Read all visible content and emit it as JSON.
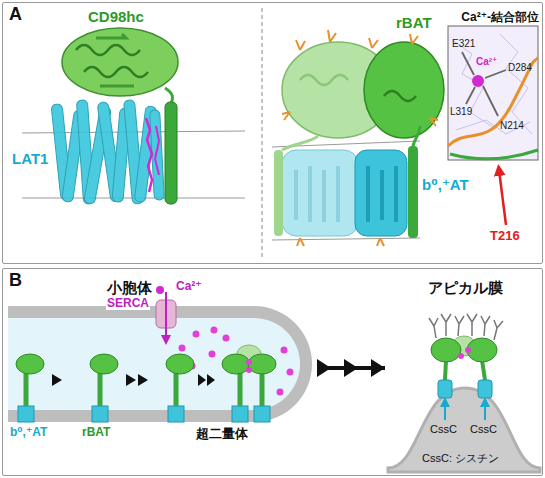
{
  "diagram": {
    "nodes": [
      {
        "text": [
          "A"
        ]
      },
      {
        "text": [
          "Ca²⁺-結合部位"
        ],
        "in": 0
      },
      {
        "text": [
          "B"
        ]
      },
      {
        "text": [
          "小胞体"
        ],
        "in": 2
      },
      {
        "text": [
          "アピカル膜"
        ],
        "in": 2
      }
    ],
    "edges": [
      {
        "from": 3,
        "to": 4,
        "arrow": "to"
      }
    ],
    "labels": [
      "CD98hc",
      "LAT1",
      "rBAT",
      "b⁰,⁺AT",
      "E321",
      "D284",
      "Ca²⁺",
      "L319",
      "N214",
      "T216",
      "SERCA",
      "Ca²⁺",
      "b⁰,⁺AT",
      "rBAT",
      "超二量体",
      "CssC",
      "CssC",
      "CssC: シスチン"
    ]
  }
}
